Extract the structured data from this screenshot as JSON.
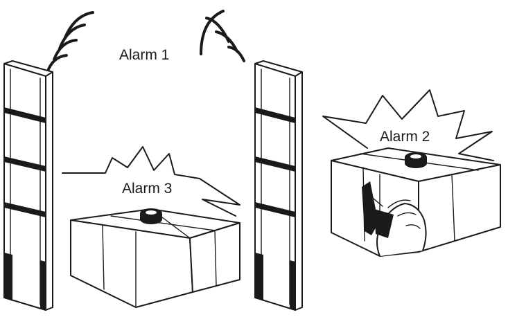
{
  "labels": {
    "alarm_1": "Alarm 1",
    "alarm_2": "Alarm 2",
    "alarm_3": "Alarm 3"
  },
  "colors": {
    "ink": "#1a1a1a",
    "background": "#ffffff"
  }
}
